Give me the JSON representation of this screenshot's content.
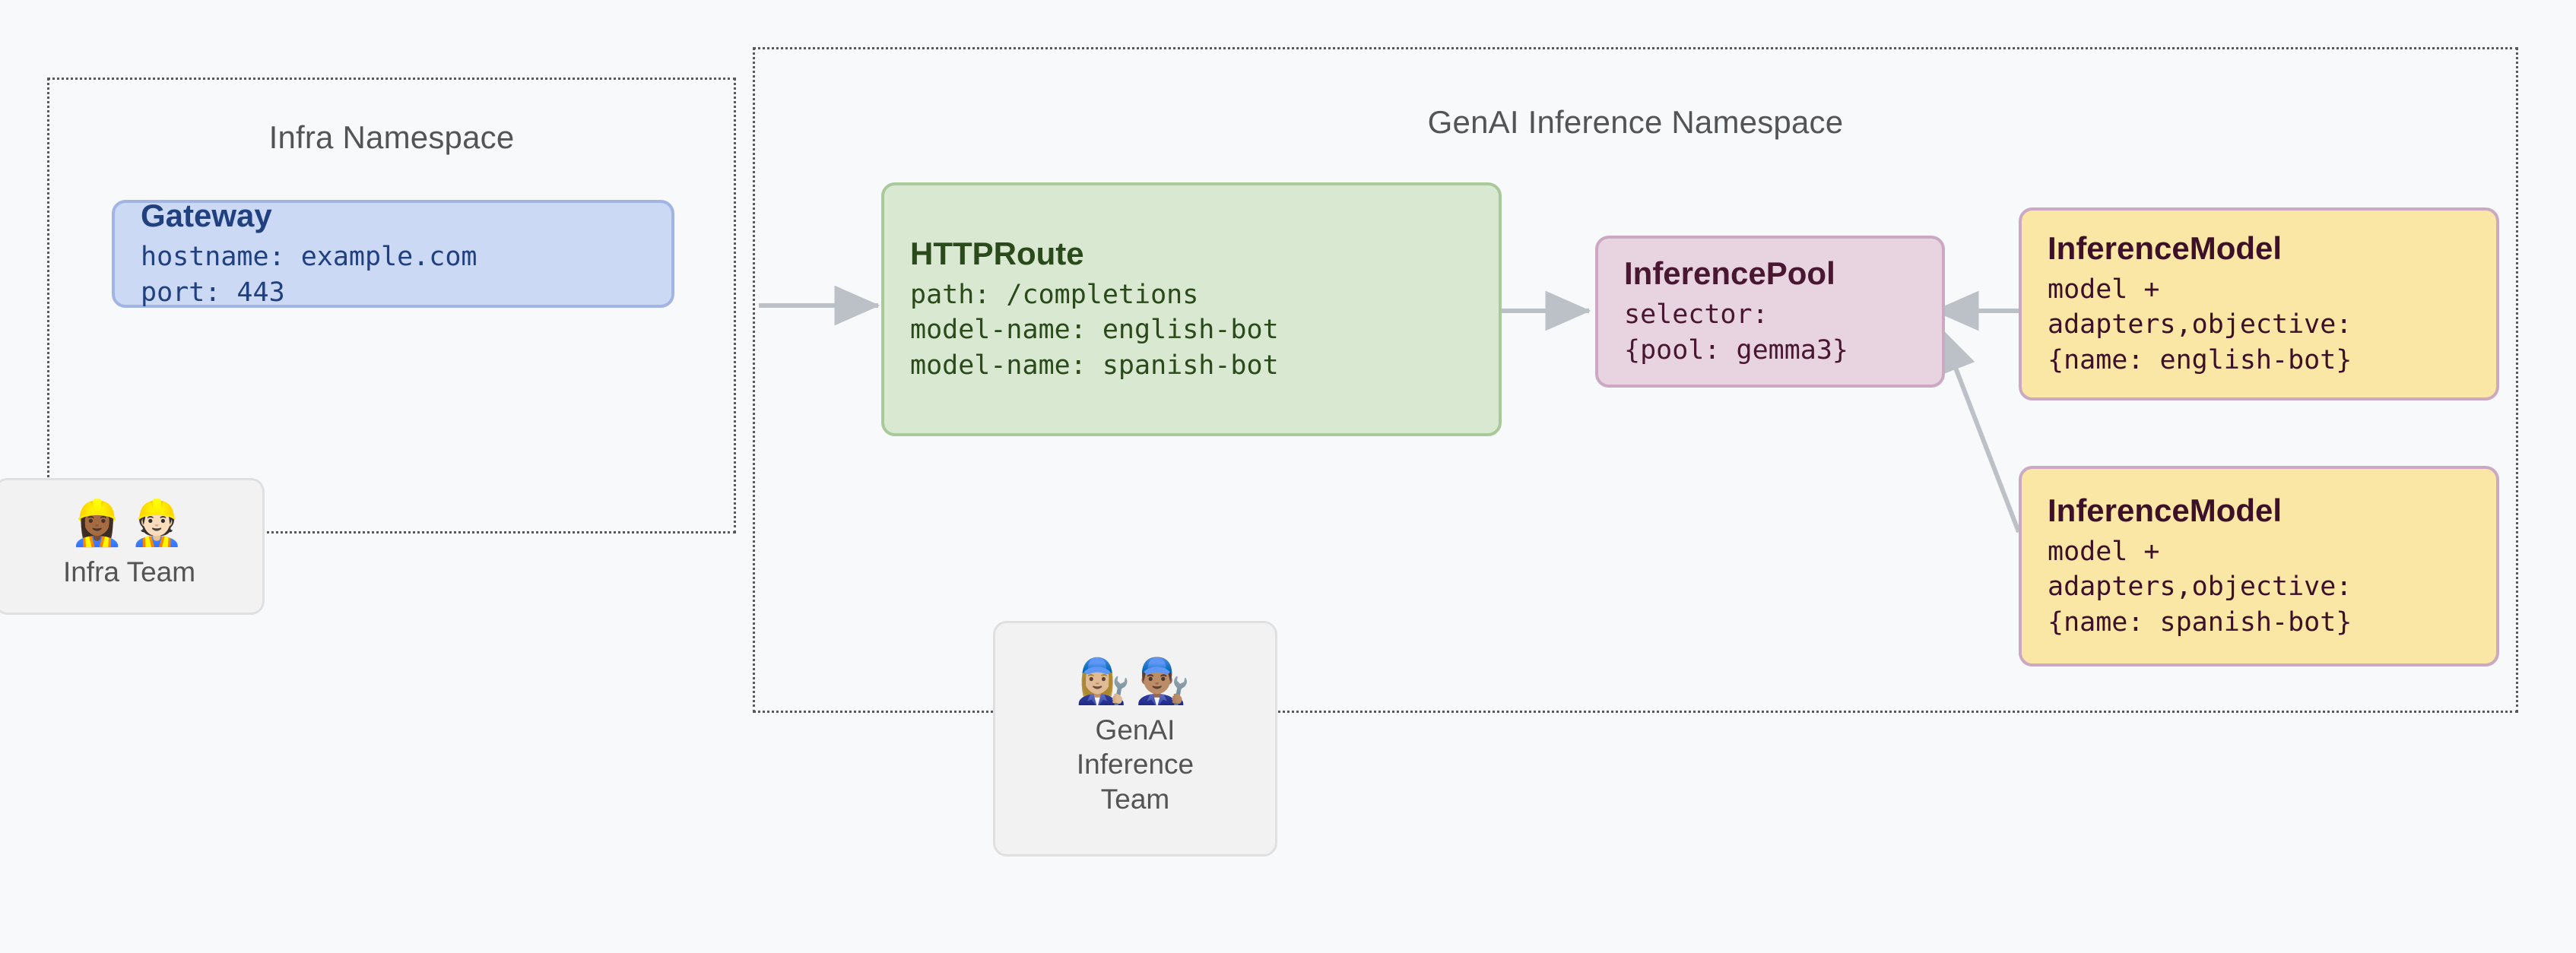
{
  "diagram": {
    "background_color": "#f8f9fb",
    "connector_color": "#bcc1c7"
  },
  "namespaces": [
    {
      "name": "infra",
      "title": "Infra Namespace"
    },
    {
      "name": "genai",
      "title": "GenAI Inference Namespace"
    }
  ],
  "resources": {
    "gateway": {
      "title": "Gateway",
      "lines": [
        "hostname: example.com",
        "port: 443"
      ],
      "fill": "#ccd9f5",
      "border": "#a2b4e3"
    },
    "httproute": {
      "title": "HTTPRoute",
      "lines": [
        "path: /completions",
        "model-name: english-bot",
        "model-name: spanish-bot"
      ],
      "fill": "#d9e8d0",
      "border": "#aac99b"
    },
    "inferencepool": {
      "title": "InferencePool",
      "lines": [
        "selector:",
        "{pool: gemma3}"
      ],
      "fill": "#e7d4e0",
      "border": "#cba9c2"
    },
    "inferencemodel_english": {
      "title": "InferenceModel",
      "lines": [
        "model +",
        "adapters,objective:",
        "{name: english-bot}"
      ],
      "fill": "#fae6a5",
      "border": "#cba9c2"
    },
    "inferencemodel_spanish": {
      "title": "InferenceModel",
      "lines": [
        "model +",
        "adapters,objective:",
        "{name: spanish-bot}"
      ],
      "fill": "#fae6a5",
      "border": "#cba9c2"
    }
  },
  "teams": {
    "infra": {
      "emojis": "👷🏾‍♀️👷🏻",
      "icon_names": [
        "construction-worker-woman-icon",
        "construction-worker-man-icon"
      ],
      "label": "Infra Team"
    },
    "genai": {
      "emojis": "👩🏼‍🔧👨🏽‍🔧",
      "icon_names": [
        "mechanic-woman-icon",
        "mechanic-man-icon"
      ],
      "label": "GenAI\nInference\nTeam"
    }
  },
  "connections": [
    {
      "name": "gateway-to-httproute",
      "from": "gateway",
      "to": "httproute",
      "style": "arrow"
    },
    {
      "name": "httproute-to-inferencepool",
      "from": "httproute",
      "to": "inferencepool",
      "style": "arrow"
    },
    {
      "name": "inferencemodel-english-to-inferencepool",
      "from": "inferencemodel_english",
      "to": "inferencepool",
      "style": "arrow"
    },
    {
      "name": "inferencemodel-spanish-to-inferencepool",
      "from": "inferencemodel_spanish",
      "to": "inferencepool",
      "style": "arrow"
    }
  ]
}
